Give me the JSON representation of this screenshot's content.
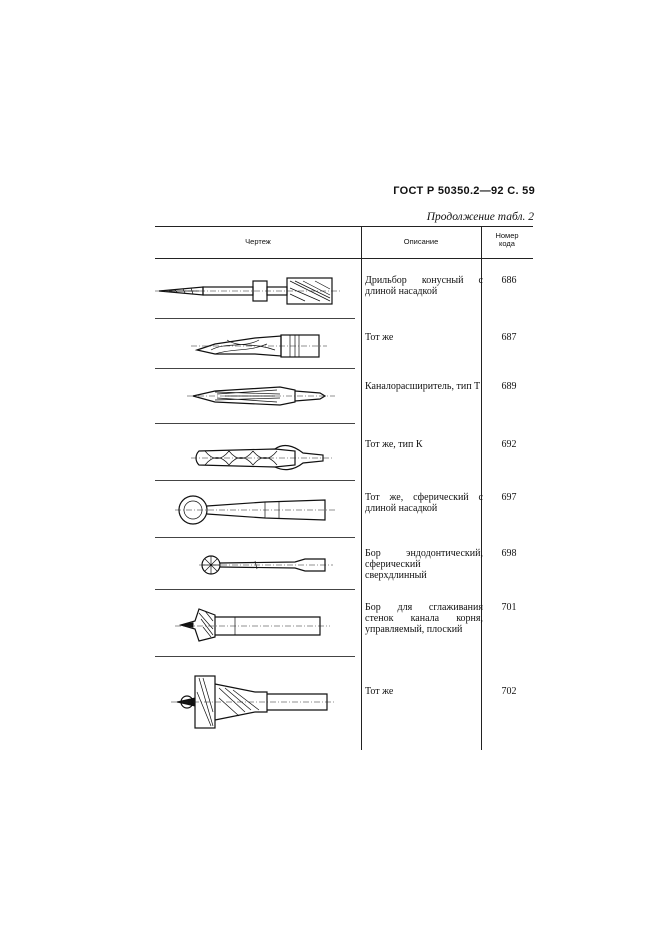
{
  "header": "ГОСТ Р 50350.2—92 С. 59",
  "continuation": "Продолжение табл. 2",
  "columns": {
    "drawing": "Чертеж",
    "description": "Описание",
    "code": "Номер кода"
  },
  "rows": [
    {
      "description": "Дрильбор конусный с длиной насадкой",
      "code": "686",
      "drawing": "conical-drill-bur-icon"
    },
    {
      "description": "Тот же",
      "code": "687",
      "drawing": "twist-bur-icon"
    },
    {
      "description": "Каналорасширитель, тип Т",
      "code": "689",
      "drawing": "canal-widener-t-icon"
    },
    {
      "description": "Тот же, тип К",
      "code": "692",
      "drawing": "canal-widener-k-icon"
    },
    {
      "description": "Тот же, сферический с длиной насадкой",
      "code": "697",
      "drawing": "spherical-widener-icon"
    },
    {
      "description": "Бор эндодонтический, сферический сверхдлинный",
      "code": "698",
      "drawing": "endodontic-bur-icon"
    },
    {
      "description": "Бор для сглаживания стенок канала корня, управляемый, плоский",
      "code": "701",
      "drawing": "smoothing-bur-icon"
    },
    {
      "description": "Тот же",
      "code": "702",
      "drawing": "smoothing-bur-large-icon"
    }
  ]
}
